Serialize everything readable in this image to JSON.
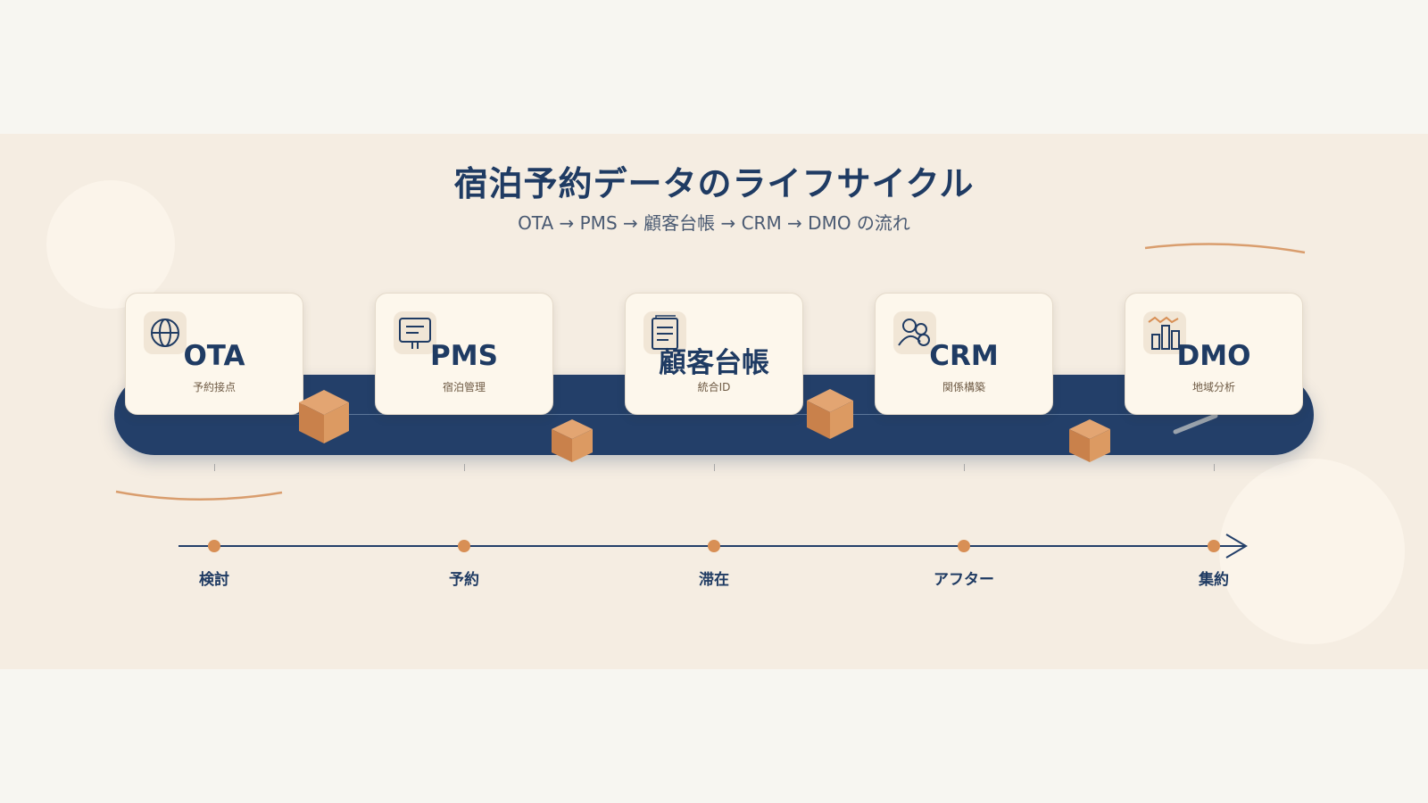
{
  "header": {
    "title": "宿泊予約データのライフサイクル",
    "subtitle": "OTA → PMS → 顧客台帳 → CRM → DMO の流れ"
  },
  "cards": [
    {
      "title": "OTA",
      "subtitle": "予約接点",
      "icon": "globe-icon"
    },
    {
      "title": "PMS",
      "subtitle": "宿泊管理",
      "icon": "monitor-icon"
    },
    {
      "title": "顧客台帳",
      "subtitle": "統合ID",
      "icon": "document-icon"
    },
    {
      "title": "CRM",
      "subtitle": "関係構築",
      "icon": "users-icon"
    },
    {
      "title": "DMO",
      "subtitle": "地域分析",
      "icon": "bar-chart-icon"
    }
  ],
  "timeline": {
    "stages": [
      "検討",
      "予約",
      "滞在",
      "アフター",
      "集約"
    ]
  },
  "colors": {
    "navy": "#233f69",
    "accent": "#d88f55",
    "card_bg": "#fdf7ec",
    "band_bg": "#f5ede2"
  }
}
